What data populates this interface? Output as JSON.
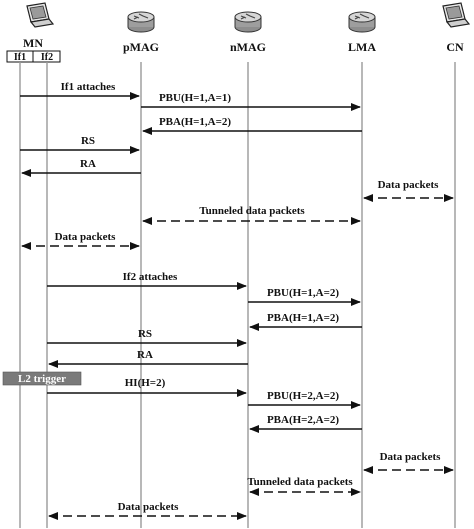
{
  "nodes": {
    "mn": "MN",
    "if1": "If1",
    "if2": "If2",
    "pmag": "pMAG",
    "nmag": "nMAG",
    "lma": "LMA",
    "cn": "CN"
  },
  "messages": {
    "if1_attaches": "If1 attaches",
    "pbu1": "PBU(H=1,A=1)",
    "pba1": "PBA(H=1,A=2)",
    "rs1": "RS",
    "ra1": "RA",
    "data_cn_1": "Data packets",
    "tunneled_1": "Tunneled data packets",
    "data_mn_1": "Data packets",
    "if2_attaches": "If2 attaches",
    "pbu2": "PBU(H=1,A=2)",
    "pba2": "PBA(H=1,A=2)",
    "rs2": "RS",
    "ra2": "RA",
    "l2_trigger": "L2 trigger",
    "hi": "HI(H=2)",
    "pbu3": "PBU(H=2,A=2)",
    "pba3": "PBA(H=2,A=2)",
    "data_cn_2": "Data packets",
    "tunneled_2": "Tunneled data packets",
    "data_mn_2": "Data packets"
  },
  "icons": [
    "laptop-icon",
    "router-icon"
  ]
}
